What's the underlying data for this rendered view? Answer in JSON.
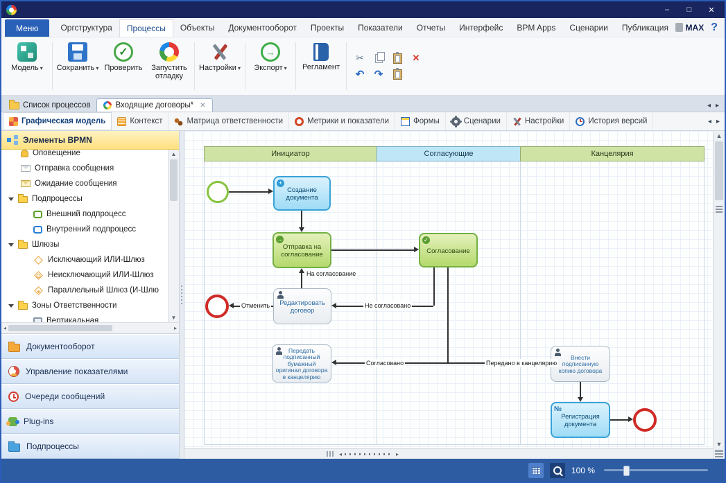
{
  "icons": {
    "minimize": "–",
    "maximize": "□",
    "close": "✕",
    "dropdown": "▾",
    "left": "◂",
    "right": "▸",
    "up": "▲",
    "down": "▼",
    "scissors": "✂",
    "undo": "↶",
    "redo": "↷",
    "delete": "✕",
    "check": "✓",
    "plus": "+",
    "arrow": "→",
    "num": "№",
    "help": "?"
  },
  "menubar": {
    "menu_button": "Меню",
    "tabs": [
      "Оргструктура",
      "Процессы",
      "Объекты",
      "Документооборот",
      "Проекты",
      "Показатели",
      "Отчеты",
      "Интерфейс",
      "BPM Apps",
      "Сценарии",
      "Публикация"
    ],
    "max_label": "MAX"
  },
  "ribbon": {
    "buttons": [
      "Модель",
      "Сохранить",
      "Проверить",
      "Запустить отладку",
      "Настройки",
      "Экспорт",
      "Регламент"
    ]
  },
  "doc_tabs": {
    "list_tab": "Список процессов",
    "active_tab": "Входящие договоры*"
  },
  "view_tabs": [
    "Графическая модель",
    "Контекст",
    "Матрица ответственности",
    "Метрики и показатели",
    "Формы",
    "Сценарии",
    "Настройки",
    "История версий"
  ],
  "palette": {
    "title": "Элементы BPMN",
    "items": [
      "Оповещение",
      "Отправка сообщения",
      "Ожидание сообщения",
      "Подпроцессы",
      "Внешний подпроцесс",
      "Внутренний подпроцесс",
      "Шлюзы",
      "Исключающий ИЛИ-Шлюз",
      "Неисключающий ИЛИ-Шлюз",
      "Параллельный Шлюз (И-Шлю",
      "Зоны Ответственности",
      "Вертикальная"
    ]
  },
  "sections": [
    "Документооборот",
    "Управление показателями",
    "Очереди сообщений",
    "Plug-ins",
    "Подпроцессы"
  ],
  "diagram": {
    "lanes": [
      "Инициатор",
      "Согласующие",
      "Канцелярия"
    ],
    "nodes": {
      "create": "Создание документа",
      "send": "Отправка на согласование",
      "approve": "Согласование",
      "edit": "Редактировать договор",
      "deliver": "Передать подписанный бумажный оригинал договора в канцелярию",
      "enter": "Внести подписанную копию договора",
      "register": "Регистрация документа"
    },
    "labels": {
      "to_approval": "На согласование",
      "not_approved": "Не согласовано",
      "cancel": "Отменить",
      "approved": "Согласовано",
      "to_office": "Передано в канцелярию"
    }
  },
  "statusbar": {
    "zoom": "100 %"
  },
  "colors": {
    "accent_blue": "#2a61b8",
    "lane_green": "#cfe3a4",
    "lane_blue": "#bfe6f7",
    "task_blue": "#9fdcf6",
    "task_green": "#b5d96d",
    "event_start": "#86c440",
    "event_end": "#cf2b27"
  }
}
